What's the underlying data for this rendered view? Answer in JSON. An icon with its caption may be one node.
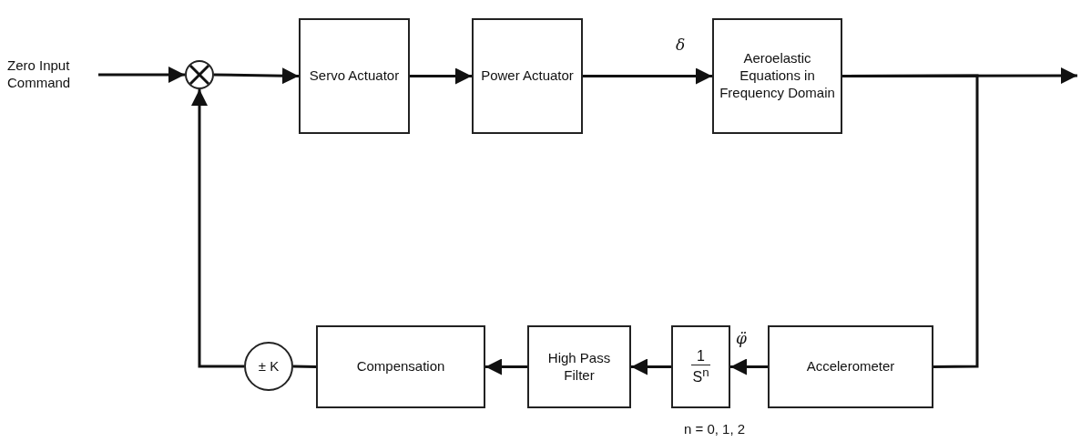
{
  "diagram": {
    "nodes": [
      {
        "text": [
          "Zero Input Command"
        ]
      },
      {
        "text": [],
        "shape": "circle"
      },
      {
        "text": [
          "Servo Actuator"
        ]
      },
      {
        "text": [
          "Power Actuator"
        ]
      },
      {
        "text": [
          "Aeroelastic Equations in Frequency Domain"
        ]
      },
      {
        "text": [
          "Accelerometer"
        ]
      },
      {
        "text": [
          "1",
          "S$^{n}$"
        ],
        "beside": [
          "n = 0, 1, 2"
        ]
      },
      {
        "text": [
          "High Pass Filter"
        ]
      },
      {
        "text": [
          "Compensation"
        ]
      },
      {
        "text": [
          "± K"
        ]
      }
    ],
    "edges": [
      {
        "from": 0,
        "to": 1,
        "arrow": "to"
      },
      {
        "from": 1,
        "to": 2,
        "arrow": "to"
      },
      {
        "from": 2,
        "to": 3,
        "arrow": "to"
      },
      {
        "from": 3,
        "to": 4,
        "arrow": "to",
        "label": "δ"
      },
      {
        "from": 4,
        "to": null,
        "arrow": "to"
      },
      {
        "from": 4,
        "to": 5,
        "arrow": "none"
      },
      {
        "from": 5,
        "to": 6,
        "arrow": "to",
        "label": "φ̈"
      },
      {
        "from": 6,
        "to": 7,
        "arrow": "to"
      },
      {
        "from": 7,
        "to": 8,
        "arrow": "to"
      },
      {
        "from": 8,
        "to": 9,
        "arrow": "none"
      },
      {
        "from": 9,
        "to": 1,
        "arrow": "to"
      }
    ]
  }
}
